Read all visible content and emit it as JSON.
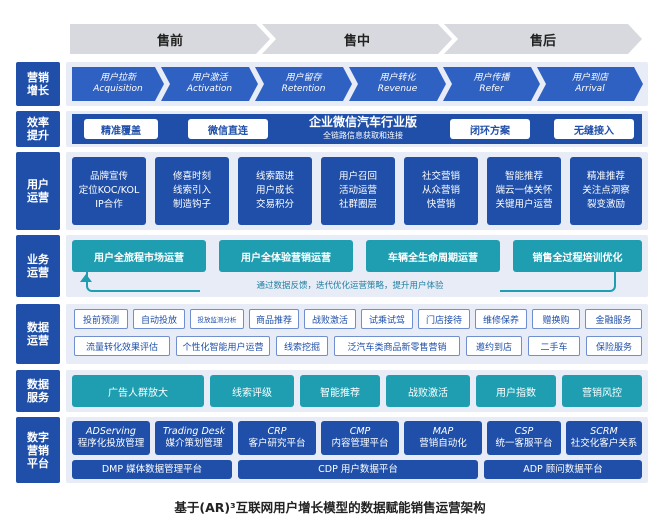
{
  "phases": [
    "售前",
    "售中",
    "售后"
  ],
  "rows": {
    "growth": {
      "label": "营销\n增长",
      "items": [
        {
          "cn": "用户拉新",
          "en": "Acquisition"
        },
        {
          "cn": "用户激活",
          "en": "Activation"
        },
        {
          "cn": "用户留存",
          "en": "Retention"
        },
        {
          "cn": "用户转化",
          "en": "Revenue"
        },
        {
          "cn": "用户传播",
          "en": "Refer"
        },
        {
          "cn": "用户到店",
          "en": "Arrival"
        }
      ]
    },
    "efficiency": {
      "label": "效率\n提升",
      "pills": [
        "精准覆盖",
        "微信直连",
        "闭环方案",
        "无缝接入"
      ],
      "title": "企业微信汽车行业版",
      "subtitle": "全链路信息获取和连接"
    },
    "user_ops": {
      "label": "用户\n运营",
      "blocks": [
        [
          "品牌宣传",
          "定位KOC/KOL",
          "IP合作"
        ],
        [
          "修喜时刻",
          "线索引入",
          "制造钩子"
        ],
        [
          "线索跟进",
          "用户成长",
          "交易积分"
        ],
        [
          "用户召回",
          "活动运营",
          "社群圈层"
        ],
        [
          "社交营销",
          "从众营销",
          "快营销"
        ],
        [
          "智能推荐",
          "端云一体关怀",
          "关键用户运营"
        ],
        [
          "精准推荐",
          "关注点洞察",
          "裂变激励"
        ]
      ]
    },
    "business_ops": {
      "label": "业务\n运营",
      "items": [
        "用户全旅程市场运营",
        "用户全体验营销运营",
        "车辆全生命周期运营",
        "销售全过程培训优化"
      ],
      "feedback": "通过数据反馈，迭代优化运营策略，提升用户体验"
    },
    "data_ops": {
      "label": "数据\n运营",
      "row1": [
        "投前预测",
        "自动投放",
        "投放监测分析",
        "商品推荐",
        "战败激活",
        "试乘试驾",
        "门店接待",
        "维修保养",
        "赠换购",
        "金融服务"
      ],
      "row2": [
        "流量转化效果评估",
        "个性化智能用户运营",
        "线索挖掘",
        "泛汽车类商品新零售营销",
        "邀约到店",
        "二手车",
        "保险服务"
      ]
    },
    "data_services": {
      "label": "数据\n服务",
      "items": [
        "广告人群放大",
        "线索评级",
        "智能推荐",
        "战败激活",
        "用户指数",
        "营销风控"
      ]
    },
    "platform": {
      "label": "数字\n营销\n平台",
      "tools": [
        {
          "en": "ADServing",
          "cn": "程序化投放管理"
        },
        {
          "en": "Trading Desk",
          "cn": "媒介策划管理"
        },
        {
          "en": "CRP",
          "cn": "客户研究平台"
        },
        {
          "en": "CMP",
          "cn": "内容管理平台"
        },
        {
          "en": "MAP",
          "cn": "营销自动化"
        },
        {
          "en": "CSP",
          "cn": "统一客服平台"
        },
        {
          "en": "SCRM",
          "cn": "社交化客户关系"
        }
      ],
      "bottom": [
        "DMP 媒体数据管理平台",
        "CDP 用户数据平台",
        "ADP 顾问数据平台"
      ]
    }
  },
  "caption": "基于(AR)³互联网用户增长模型的数据赋能销售运营架构",
  "colors": {
    "navy": "#1f4fa8",
    "teal": "#1e9eb0",
    "lane": "#e8ecf7",
    "chevron": "#d7d9de"
  }
}
